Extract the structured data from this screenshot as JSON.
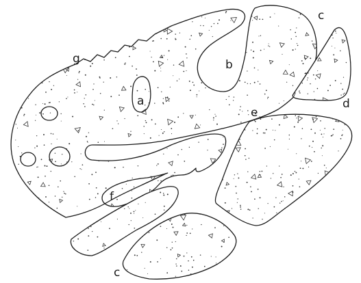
{
  "labels": {
    "a": "a",
    "b": "b",
    "c_top": "c",
    "c_bottom": "c",
    "d": "d",
    "e": "e",
    "f": "f",
    "g": "g"
  }
}
